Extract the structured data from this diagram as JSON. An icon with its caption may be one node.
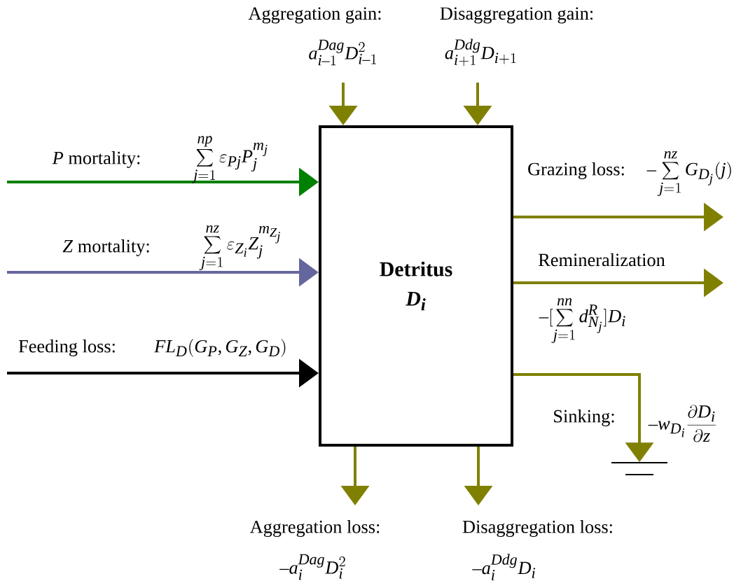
{
  "diagram": {
    "nodes": [
      {
        "text": [
          "Detritus",
          "D$_{i}$"
        ]
      },
      {
        "text": [],
        "shape": "ground"
      }
    ],
    "edges": [
      {
        "from": null,
        "to": 0,
        "arrow": "to",
        "label": "*P* mortality:",
        "color": "#008000"
      },
      {
        "from": null,
        "to": 0,
        "arrow": "to",
        "label": "*Z* mortality:",
        "color": "#66669e"
      },
      {
        "from": null,
        "to": 0,
        "arrow": "to",
        "label": "Feeding loss:",
        "color": "#000000"
      },
      {
        "from": null,
        "to": 0,
        "arrow": "to",
        "label": "Aggregation gain:"
      },
      {
        "from": null,
        "to": 0,
        "arrow": "to",
        "label": "Disaggregation gain:"
      },
      {
        "from": 0,
        "to": null,
        "arrow": "to",
        "label": "Grazing loss:"
      },
      {
        "from": 0,
        "to": null,
        "arrow": "to",
        "label": "Remineralization"
      },
      {
        "from": 0,
        "to": 1,
        "arrow": "to",
        "label": "Sinking:"
      },
      {
        "from": 0,
        "to": null,
        "arrow": "to",
        "label": "Aggregation loss:"
      },
      {
        "from": 0,
        "to": null,
        "arrow": "to",
        "label": "Disaggregation loss:"
      }
    ],
    "labels": [
      "a_{i-1}^{Dag}D_{i-1}^{2}",
      "a_{i+1}^{Ddg}D_{i+1}",
      "\\sum_{j=1}^{np}\\varepsilon_{Pj}P_{j}^{m_{j}}",
      "-\\sum_{j=1}^{nz}G_{D_{j}}(j)",
      "\\sum_{j=1}^{nz}\\varepsilon_{Z_{i}}Z_{j}^{m_{Z_{j}}}",
      "-[\\sum_{j=1}^{nn}d_{N_{j}}^{R}]D_{i}",
      "FL_{D}(G_{P},G_{Z},G_{D})",
      "-w_{D_{i}}\\frac{\\partial D_{i}}{\\partial z}",
      "-a_{i}^{Dag}D_{i}^{2}",
      "-a_{i}^{Ddg}D_{i}"
    ]
  }
}
